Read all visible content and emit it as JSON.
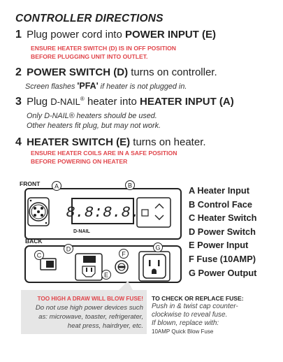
{
  "title": "CONTROLLER DIRECTIONS",
  "steps": [
    {
      "number": "1",
      "text_plain": "Plug power cord into ",
      "text_bold": "POWER INPUT (E)",
      "warning_lines": [
        "ENSURE HEATER SWITCH (D) IS IN OFF POSITION",
        "BEFORE PLUGGING UNIT INTO OUTLET."
      ]
    },
    {
      "number": "2",
      "text_bold": "POWER SWITCH (D)",
      "text_plain": " turns on controller.",
      "note_prefix": "Screen flashes ",
      "note_bold": "'PFA'",
      "note_suffix": " if heater is not  plugged in."
    },
    {
      "number": "3",
      "text_plain": "Plug ",
      "brand": "D-NAIL",
      "reg": "®",
      "text_plain2": " heater into ",
      "text_bold": "HEATER INPUT (A)",
      "note_lines": [
        "Only D-NAIL® heaters should be used.",
        "Other heaters fit plug, but may not work."
      ]
    },
    {
      "number": "4",
      "text_bold": "HEATER SWITCH (E)",
      "text_plain": " turns on heater.",
      "warning_lines": [
        "ENSURE HEATER COILS ARE IN A SAFE POSITION",
        "BEFORE POWERING ON HEATER"
      ]
    }
  ],
  "diagram": {
    "front_label": "FRONT",
    "back_label": "BACK",
    "display_text": "8.8:8.8.",
    "brand_label": "D-NAIL",
    "callouts": [
      "A",
      "B",
      "C",
      "D",
      "E",
      "F",
      "G"
    ]
  },
  "legend": [
    "A Heater Input",
    "B Control Face",
    "C Heater Switch",
    "D Power Switch",
    "E  Power  Input",
    "F  Fuse  (10AMP)",
    "G Power Output"
  ],
  "warning_box": {
    "heading": "TOO HIGH A DRAW WILL BLOW FUSE!",
    "lines": [
      "Do not use high power devices such",
      "as: microwave, toaster, refrigerater,",
      "heat press, hairdryer, etc."
    ]
  },
  "fuse_info": {
    "heading": "TO CHECK OR REPLACE FUSE:",
    "lines": [
      "Push in & twist cap counter-",
      "clockwise to reveal fuse.",
      "If blown, replace with:"
    ],
    "small": "10AMP Quick Blow Fuse"
  },
  "colors": {
    "warning_red": "#e0444a",
    "text": "#222222",
    "bubble_fill": "#e6e6e6"
  }
}
